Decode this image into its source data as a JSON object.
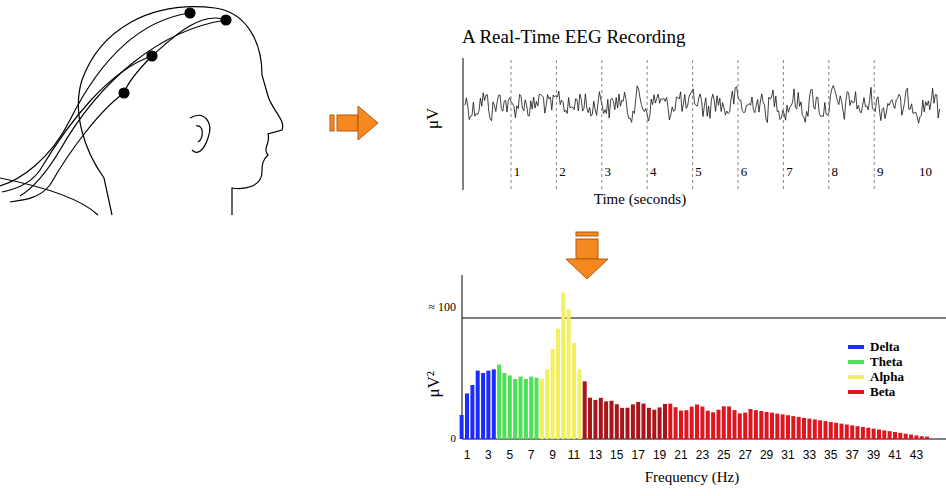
{
  "diagram": {
    "title": "A Real-Time EEG Recording",
    "labels": [
      "μV",
      "1",
      "2",
      "3",
      "4",
      "5",
      "6",
      "7",
      "8",
      "9",
      "10",
      "Time (seconds)",
      "μV²",
      "≈ 100",
      "0",
      "1",
      "3",
      "5",
      "7",
      "9",
      "11",
      "13",
      "15",
      "17",
      "19",
      "21",
      "23",
      "25",
      "27",
      "29",
      "31",
      "33",
      "35",
      "37",
      "39",
      "41",
      "43",
      "Frequency (Hz)"
    ],
    "legend": [
      {
        "text": "Delta",
        "color": "#1a2cff"
      },
      {
        "text": "Theta",
        "color": "#4fe05a"
      },
      {
        "text": "Alpha",
        "color": "#f0f060"
      },
      {
        "text": "Beta",
        "color": "#e0161e"
      }
    ]
  }
}
